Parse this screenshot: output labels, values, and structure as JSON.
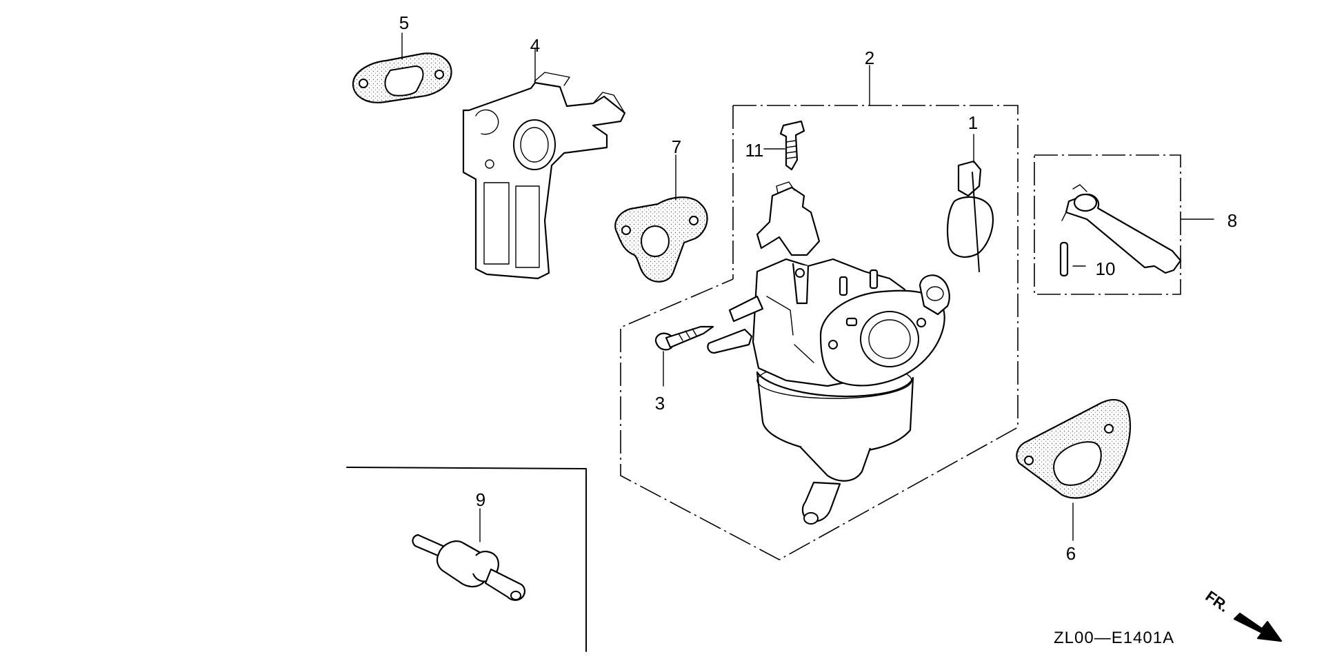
{
  "callouts": {
    "c1": "1",
    "c2": "2",
    "c3": "3",
    "c4": "4",
    "c5": "5",
    "c6": "6",
    "c7": "7",
    "c8": "8",
    "c9": "9",
    "c10": "10",
    "c11": "11"
  },
  "drawing_code": "ZL00—E1401A",
  "direction_label": "FR.",
  "icons": {
    "direction": "arrow-down-right-icon"
  }
}
